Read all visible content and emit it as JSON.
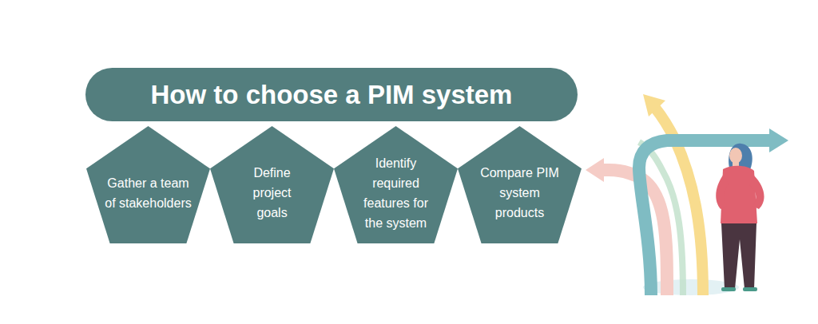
{
  "diagram": {
    "title": "How to choose a PIM system",
    "nodes": [
      {
        "text": [
          "Gather a team of stakeholders"
        ]
      },
      {
        "text": [
          "Define project goals"
        ]
      },
      {
        "text": [
          "Identify required features for the system"
        ]
      },
      {
        "text": [
          "Compare PIM system products"
        ]
      }
    ]
  }
}
